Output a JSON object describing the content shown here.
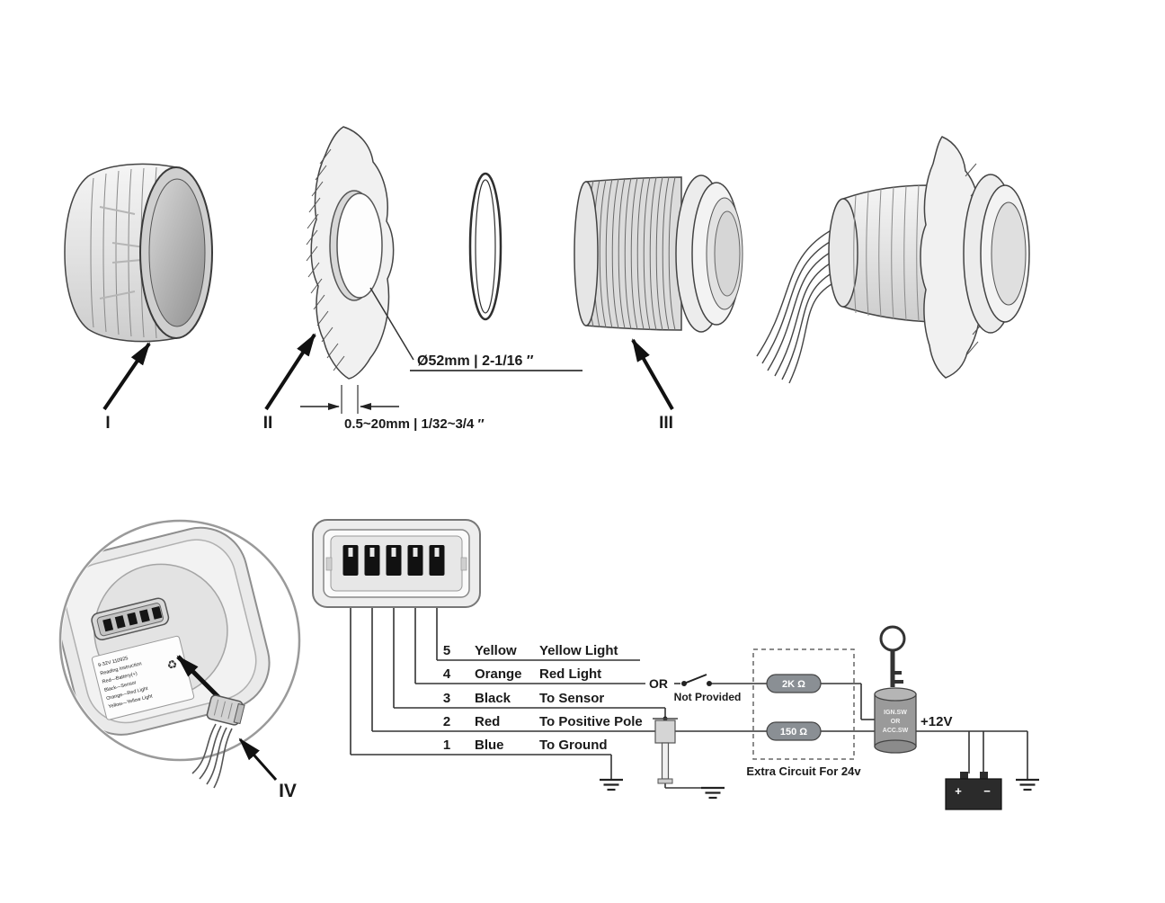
{
  "diagram": {
    "part_labels": {
      "i": "I",
      "ii": "II",
      "iii": "III",
      "iv": "IV"
    },
    "dimensions": {
      "hole_diameter": "Ø52mm | 2-1/16  ″",
      "panel_thickness": "0.5~20mm | 1/32~3/4      ″"
    }
  },
  "pinout": {
    "rows": [
      {
        "num": "5",
        "color": "Yellow",
        "function": "Yellow Light"
      },
      {
        "num": "4",
        "color": "Orange",
        "function": "Red Light"
      },
      {
        "num": "3",
        "color": "Black",
        "function": "To Sensor"
      },
      {
        "num": "2",
        "color": "Red",
        "function": "To Positive Pole"
      },
      {
        "num": "1",
        "color": "Blue",
        "function": "To Ground"
      }
    ]
  },
  "circuit": {
    "or_label": "OR",
    "not_provided": "Not  Provided",
    "resistor_top": "2K Ω",
    "resistor_bottom": "150 Ω",
    "extra_circuit_label": "Extra Circuit For 24v",
    "voltage_label": "+12V",
    "battery": {
      "plus": "+",
      "minus": "−"
    },
    "key_switch_lines": [
      "IGN.SW",
      "OR",
      "ACC.SW"
    ]
  },
  "rear_label": {
    "lines": [
      "9-32V  110925",
      "Reading Instruction",
      "Red—Battery(+)",
      "Black—Sensor",
      "Orange—Red Light",
      "Yellow—Yellow Light"
    ],
    "recycle_symbol": "♻"
  },
  "colors": {
    "ink": "#1a1a1a",
    "line": "#333333",
    "fill_light": "#ededed",
    "fill_mid": "#cfcfcf",
    "resistor": "#8a8f94",
    "battery": "#2b2b2b"
  }
}
